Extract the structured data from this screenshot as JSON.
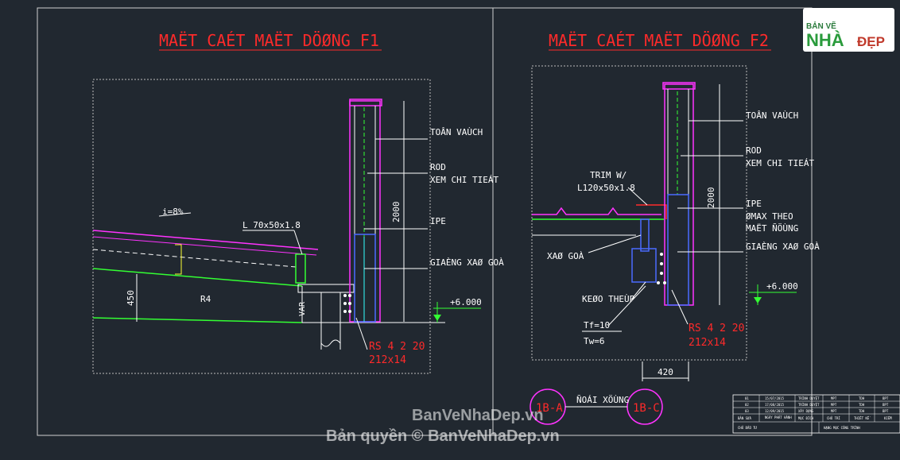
{
  "titles": {
    "left": "MAËT CAÉT MAËT DÖØNG F1",
    "right": "MAËT CAÉT MAËT DÖØNG F2"
  },
  "left_section": {
    "slope": "i=8%",
    "angle": "L 70x50x1.8",
    "top_plate": "TOÂN VAÙCH",
    "rod": "ROD",
    "rod_detail": "XEM CHI TIEÁT",
    "ipe": "IPE",
    "girt": "GIAÈNG XAØ GOÀ",
    "height_dim": "2000",
    "depth_dim": "450",
    "radius": "R4",
    "var": "VAR",
    "level": "+6.000",
    "rs": "RS 4 2 20",
    "rs_size": "212x14"
  },
  "right_section": {
    "top_plate": "TOÂN VAÙCH",
    "rod": "ROD",
    "rod_detail": "XEM CHI TIEÁT",
    "trim": "TRIM W/",
    "trim_size": "L120x50x1.8",
    "ipe": "IPE",
    "ipe_note1": "ØMAX THEO",
    "ipe_note2": "MAËT ÑÖÙNG",
    "girt": "GIAÈNG XAØ GOÀ",
    "purlin": "XAØ GOÀ",
    "tie": "KEØO THEÙP",
    "tf": "Tf=10",
    "tw": "Tw=6",
    "height_dim": "2000",
    "width_dim": "420",
    "level": "+6.000",
    "rs": "RS 4 2 20",
    "rs_size": "212x14"
  },
  "grid": {
    "a": "1B-A",
    "c": "1B-C",
    "label": "ÑOÁI XÖÙNG"
  },
  "title_block": {
    "rows": [
      [
        "01",
        "15/07/2015",
        "TRÌNH DUYỆT",
        "MPT",
        "TDH",
        "BPT"
      ],
      [
        "02",
        "17/08/2015",
        "TRÌNH DUYỆT",
        "MPT",
        "TDH",
        "BPT"
      ],
      [
        "03",
        "12/09/2015",
        "XÂY DỰNG",
        "MPT",
        "TDH",
        "BPT"
      ]
    ],
    "footer": [
      "BẢN SỬA",
      "NGÀY PHÁT HÀNH",
      "MỤC ĐÍCH",
      "CHỦ TRÌ",
      "THIẾT KẾ",
      "KIỂM"
    ],
    "bottom": [
      "CHỦ ĐẦU TƯ",
      "HẠNG MỤC CÔNG TRÌNH"
    ]
  },
  "watermark": {
    "site": "BanVeNhaDep.vn",
    "copyright": "Bản quyền © BanVeNhaDep.vn"
  },
  "logo": {
    "top": "BẢN VẼ",
    "main": "NHÀ",
    "tail": "ĐẸP"
  },
  "colors": {
    "background": "#212830",
    "title_red": "#ff2a2a",
    "magenta": "#ff33ff",
    "green": "#33ff33",
    "cyan": "#33ffff",
    "blue": "#4a6bff",
    "yellow": "#ffff33",
    "white": "#ffffff"
  }
}
